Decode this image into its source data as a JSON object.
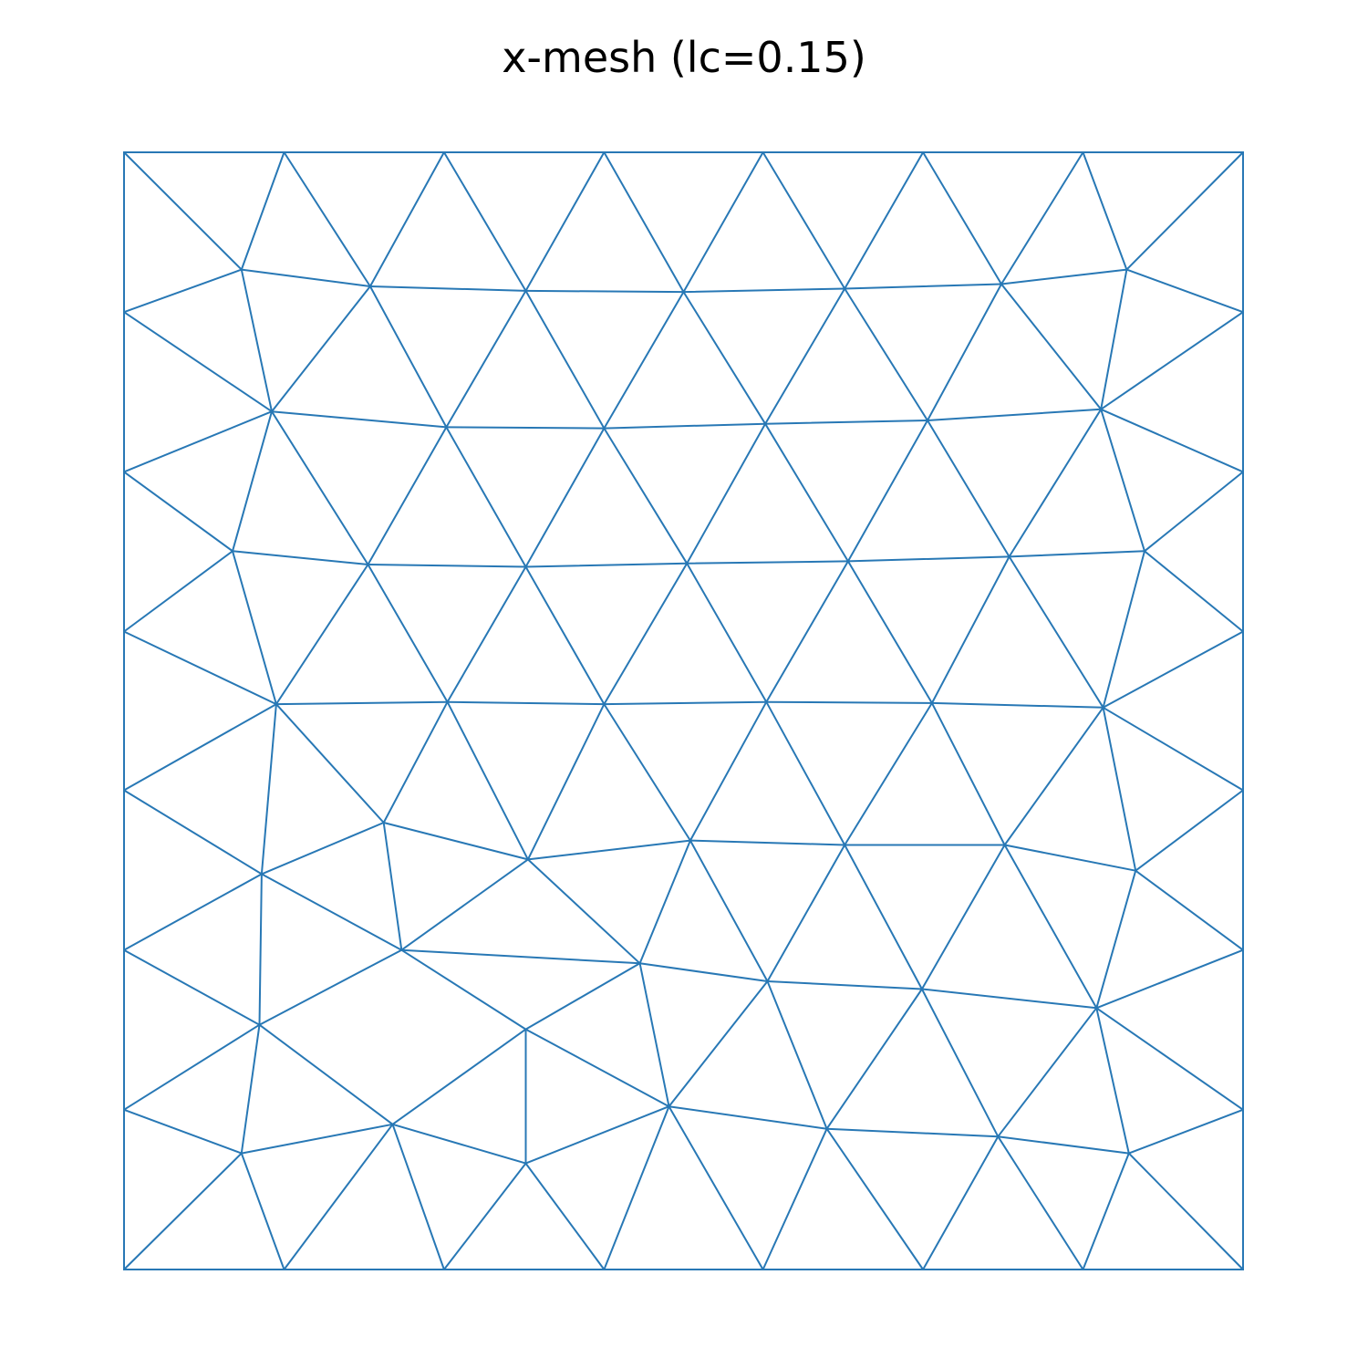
{
  "chart_data": {
    "type": "mesh",
    "title": "x-mesh (lc=0.15)",
    "xlabel": "",
    "ylabel": "",
    "xlim": [
      0,
      1
    ],
    "ylim": [
      0,
      1
    ],
    "axes_visible": false,
    "grid": false,
    "edge_color": "#2878b5",
    "nodes": [
      [
        0.0,
        1.0
      ],
      [
        0.143,
        1.0
      ],
      [
        0.286,
        1.0
      ],
      [
        0.429,
        1.0
      ],
      [
        0.571,
        1.0
      ],
      [
        0.714,
        1.0
      ],
      [
        0.857,
        1.0
      ],
      [
        1.0,
        1.0
      ],
      [
        0.0,
        0.857
      ],
      [
        0.0,
        0.714
      ],
      [
        0.0,
        0.571
      ],
      [
        0.0,
        0.429
      ],
      [
        0.0,
        0.286
      ],
      [
        0.0,
        0.143
      ],
      [
        1.0,
        0.857
      ],
      [
        1.0,
        0.714
      ],
      [
        1.0,
        0.571
      ],
      [
        1.0,
        0.429
      ],
      [
        1.0,
        0.286
      ],
      [
        1.0,
        0.143
      ],
      [
        0.0,
        0.0
      ],
      [
        0.143,
        0.0
      ],
      [
        0.286,
        0.0
      ],
      [
        0.429,
        0.0
      ],
      [
        0.571,
        0.0
      ],
      [
        0.714,
        0.0
      ],
      [
        0.857,
        0.0
      ],
      [
        1.0,
        0.0
      ],
      [
        0.105,
        0.895
      ],
      [
        0.22,
        0.88
      ],
      [
        0.359,
        0.876
      ],
      [
        0.5,
        0.875
      ],
      [
        0.644,
        0.878
      ],
      [
        0.784,
        0.882
      ],
      [
        0.896,
        0.895
      ],
      [
        0.132,
        0.768
      ],
      [
        0.288,
        0.754
      ],
      [
        0.429,
        0.753
      ],
      [
        0.573,
        0.757
      ],
      [
        0.718,
        0.76
      ],
      [
        0.873,
        0.77
      ],
      [
        0.097,
        0.643
      ],
      [
        0.218,
        0.631
      ],
      [
        0.359,
        0.629
      ],
      [
        0.503,
        0.632
      ],
      [
        0.647,
        0.634
      ],
      [
        0.791,
        0.638
      ],
      [
        0.912,
        0.643
      ],
      [
        0.136,
        0.506
      ],
      [
        0.289,
        0.508
      ],
      [
        0.429,
        0.506
      ],
      [
        0.574,
        0.508
      ],
      [
        0.722,
        0.507
      ],
      [
        0.875,
        0.503
      ],
      [
        0.232,
        0.4
      ],
      [
        0.361,
        0.367
      ],
      [
        0.506,
        0.384
      ],
      [
        0.644,
        0.38
      ],
      [
        0.787,
        0.38
      ],
      [
        0.904,
        0.357
      ],
      [
        0.123,
        0.354
      ],
      [
        0.248,
        0.286
      ],
      [
        0.461,
        0.274
      ],
      [
        0.575,
        0.258
      ],
      [
        0.713,
        0.251
      ],
      [
        0.869,
        0.234
      ],
      [
        0.121,
        0.219
      ],
      [
        0.24,
        0.13
      ],
      [
        0.359,
        0.215
      ],
      [
        0.487,
        0.146
      ],
      [
        0.628,
        0.126
      ],
      [
        0.781,
        0.119
      ],
      [
        0.898,
        0.104
      ],
      [
        0.105,
        0.104
      ],
      [
        0.359,
        0.095
      ]
    ],
    "edges": [
      [
        0,
        1
      ],
      [
        1,
        2
      ],
      [
        2,
        3
      ],
      [
        3,
        4
      ],
      [
        4,
        5
      ],
      [
        5,
        6
      ],
      [
        6,
        7
      ],
      [
        0,
        8
      ],
      [
        8,
        9
      ],
      [
        9,
        10
      ],
      [
        10,
        11
      ],
      [
        11,
        12
      ],
      [
        12,
        13
      ],
      [
        13,
        20
      ],
      [
        7,
        14
      ],
      [
        14,
        15
      ],
      [
        15,
        16
      ],
      [
        16,
        17
      ],
      [
        17,
        18
      ],
      [
        18,
        19
      ],
      [
        19,
        27
      ],
      [
        20,
        21
      ],
      [
        21,
        22
      ],
      [
        22,
        23
      ],
      [
        23,
        24
      ],
      [
        24,
        25
      ],
      [
        25,
        26
      ],
      [
        26,
        27
      ],
      [
        28,
        29
      ],
      [
        29,
        30
      ],
      [
        30,
        31
      ],
      [
        31,
        32
      ],
      [
        32,
        33
      ],
      [
        33,
        34
      ],
      [
        35,
        36
      ],
      [
        36,
        37
      ],
      [
        37,
        38
      ],
      [
        38,
        39
      ],
      [
        39,
        40
      ],
      [
        41,
        42
      ],
      [
        42,
        43
      ],
      [
        43,
        44
      ],
      [
        44,
        45
      ],
      [
        45,
        46
      ],
      [
        46,
        47
      ],
      [
        48,
        49
      ],
      [
        49,
        50
      ],
      [
        50,
        51
      ],
      [
        51,
        52
      ],
      [
        52,
        53
      ],
      [
        54,
        55
      ],
      [
        55,
        56
      ],
      [
        56,
        57
      ],
      [
        57,
        58
      ],
      [
        58,
        59
      ],
      [
        60,
        61
      ],
      [
        61,
        62
      ],
      [
        62,
        63
      ],
      [
        63,
        64
      ],
      [
        64,
        65
      ],
      [
        66,
        67
      ],
      [
        67,
        68
      ],
      [
        68,
        69
      ],
      [
        69,
        70
      ],
      [
        70,
        71
      ],
      [
        71,
        72
      ],
      [
        0,
        28
      ],
      [
        1,
        28
      ],
      [
        1,
        29
      ],
      [
        2,
        29
      ],
      [
        2,
        30
      ],
      [
        3,
        30
      ],
      [
        3,
        31
      ],
      [
        4,
        31
      ],
      [
        4,
        32
      ],
      [
        5,
        32
      ],
      [
        5,
        33
      ],
      [
        6,
        33
      ],
      [
        6,
        34
      ],
      [
        7,
        34
      ],
      [
        8,
        28
      ],
      [
        8,
        35
      ],
      [
        28,
        35
      ],
      [
        29,
        35
      ],
      [
        29,
        36
      ],
      [
        30,
        36
      ],
      [
        30,
        37
      ],
      [
        31,
        37
      ],
      [
        31,
        38
      ],
      [
        32,
        38
      ],
      [
        32,
        39
      ],
      [
        33,
        39
      ],
      [
        33,
        40
      ],
      [
        34,
        40
      ],
      [
        14,
        34
      ],
      [
        14,
        40
      ],
      [
        9,
        35
      ],
      [
        9,
        41
      ],
      [
        35,
        41
      ],
      [
        35,
        42
      ],
      [
        36,
        42
      ],
      [
        36,
        43
      ],
      [
        37,
        43
      ],
      [
        37,
        44
      ],
      [
        38,
        44
      ],
      [
        38,
        45
      ],
      [
        39,
        45
      ],
      [
        39,
        46
      ],
      [
        40,
        46
      ],
      [
        40,
        47
      ],
      [
        15,
        40
      ],
      [
        15,
        47
      ],
      [
        10,
        41
      ],
      [
        10,
        48
      ],
      [
        41,
        48
      ],
      [
        42,
        48
      ],
      [
        42,
        49
      ],
      [
        43,
        49
      ],
      [
        43,
        50
      ],
      [
        44,
        50
      ],
      [
        44,
        51
      ],
      [
        45,
        51
      ],
      [
        45,
        52
      ],
      [
        46,
        52
      ],
      [
        46,
        53
      ],
      [
        47,
        53
      ],
      [
        16,
        47
      ],
      [
        16,
        53
      ],
      [
        11,
        48
      ],
      [
        11,
        60
      ],
      [
        48,
        54
      ],
      [
        48,
        60
      ],
      [
        49,
        54
      ],
      [
        49,
        55
      ],
      [
        50,
        55
      ],
      [
        50,
        56
      ],
      [
        51,
        56
      ],
      [
        51,
        57
      ],
      [
        52,
        57
      ],
      [
        52,
        58
      ],
      [
        53,
        58
      ],
      [
        53,
        59
      ],
      [
        17,
        53
      ],
      [
        17,
        59
      ],
      [
        12,
        60
      ],
      [
        12,
        66
      ],
      [
        54,
        60
      ],
      [
        54,
        61
      ],
      [
        55,
        61
      ],
      [
        55,
        62
      ],
      [
        56,
        62
      ],
      [
        56,
        63
      ],
      [
        57,
        63
      ],
      [
        57,
        64
      ],
      [
        58,
        64
      ],
      [
        58,
        65
      ],
      [
        59,
        65
      ],
      [
        18,
        59
      ],
      [
        18,
        65
      ],
      [
        60,
        61
      ],
      [
        60,
        66
      ],
      [
        61,
        66
      ],
      [
        61,
        68
      ],
      [
        62,
        68
      ],
      [
        62,
        69
      ],
      [
        63,
        69
      ],
      [
        63,
        70
      ],
      [
        64,
        70
      ],
      [
        64,
        71
      ],
      [
        65,
        71
      ],
      [
        65,
        72
      ],
      [
        19,
        65
      ],
      [
        19,
        72
      ],
      [
        13,
        66
      ],
      [
        13,
        73
      ],
      [
        66,
        73
      ],
      [
        66,
        67
      ],
      [
        67,
        73
      ],
      [
        67,
        74
      ],
      [
        68,
        74
      ],
      [
        68,
        69
      ],
      [
        69,
        74
      ],
      [
        69,
        70
      ],
      [
        70,
        71
      ],
      [
        71,
        72
      ],
      [
        20,
        73
      ],
      [
        21,
        73
      ],
      [
        21,
        67
      ],
      [
        22,
        67
      ],
      [
        22,
        74
      ],
      [
        23,
        74
      ],
      [
        23,
        69
      ],
      [
        24,
        69
      ],
      [
        24,
        70
      ],
      [
        25,
        70
      ],
      [
        25,
        71
      ],
      [
        26,
        71
      ],
      [
        26,
        72
      ],
      [
        27,
        72
      ]
    ]
  }
}
